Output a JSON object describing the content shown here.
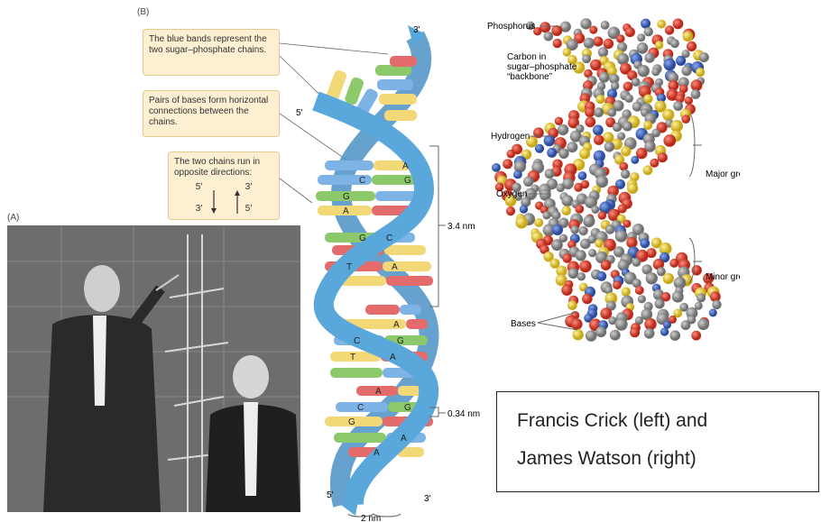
{
  "panel_b_label": "(B)",
  "panel_a_label": "(A)",
  "callouts": {
    "blue_bands": "The blue bands represent the two sugar–phosphate chains.",
    "pairs": "Pairs of bases form horizontal connections between the chains.",
    "opposite_title": "The two chains run in opposite directions:",
    "dir_left_top": "5′",
    "dir_left_bottom": "3′",
    "dir_right_top": "3′",
    "dir_right_bottom": "5′"
  },
  "helix_labels": {
    "top_3prime": "3′",
    "left_5prime": "5′",
    "bottom_5prime": "5′",
    "bottom_3prime": "3′",
    "turn_length": "3.4 nm",
    "base_spacing": "0.34 nm",
    "width": "2 nm"
  },
  "base_letters": [
    "A",
    "G",
    "C",
    "G",
    "A",
    "G",
    "C",
    "T",
    "A",
    "A",
    "C",
    "G",
    "A",
    "T",
    "A",
    "G",
    "C",
    "G",
    "A",
    "A"
  ],
  "model_labels": {
    "phosphorus": "Phosphorus",
    "carbon": "Carbon in sugar–phosphate “backbone”",
    "hydrogen": "Hydrogen",
    "oxygen": "Oxygen",
    "bases": "Bases",
    "major_groove": "Major groove",
    "minor_groove": "Minor groove"
  },
  "caption": {
    "line1": "Francis Crick (left) and",
    "line2": "James Watson (right)"
  },
  "colors": {
    "backbone_blue": "#5aa7dc",
    "base_yellow": "#f3d878",
    "base_green": "#8cc96a",
    "base_red": "#e36b6b",
    "base_blue": "#7eb3e6",
    "callout_bg": "#fcefd2",
    "atom_carbon": "#8a8a8a",
    "atom_oxygen": "#d83a2a",
    "atom_nitrogen": "#3a5fb8",
    "atom_phosphorus": "#e8c828"
  }
}
